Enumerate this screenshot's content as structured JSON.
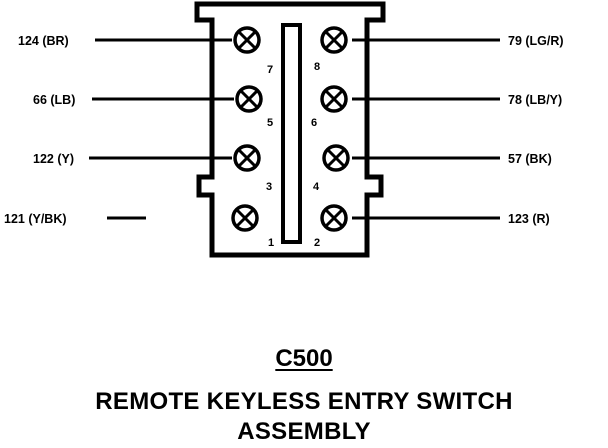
{
  "connector": {
    "id": "C500"
  },
  "title": {
    "line1": "REMOTE KEYLESS ENTRY SWITCH",
    "line2": "ASSEMBLY"
  },
  "pins": {
    "p7": {
      "number": "7",
      "wire": "124 (BR)"
    },
    "p5": {
      "number": "5",
      "wire": "66 (LB)"
    },
    "p3": {
      "number": "3",
      "wire": "122 (Y)"
    },
    "p1": {
      "number": "1",
      "wire": "121 (Y/BK)"
    },
    "p8": {
      "number": "8",
      "wire": "79 (LG/R)"
    },
    "p6": {
      "number": "6",
      "wire": "78 (LB/Y)"
    },
    "p4": {
      "number": "4",
      "wire": "57 (BK)"
    },
    "p2": {
      "number": "2",
      "wire": "123 (R)"
    }
  }
}
